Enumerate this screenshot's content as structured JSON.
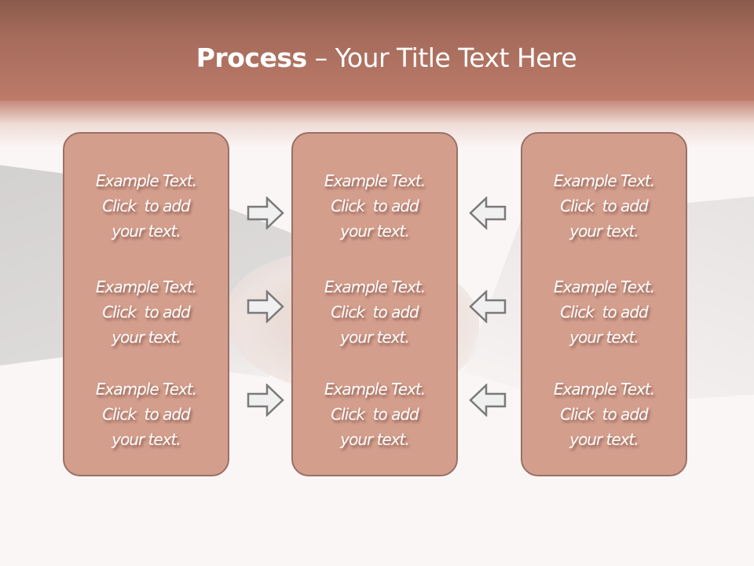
{
  "slide": {
    "title_bold": "Process",
    "title_rest": " – Your Title Text Here",
    "colors": {
      "header_top": "#8a5a4b",
      "header_bottom": "#bd7b69",
      "box_fill": "#d49e8d",
      "box_border": "#9a7066",
      "arrow_fill": "#f0f0f0",
      "arrow_stroke": "#7a7a7a"
    }
  },
  "columns": [
    {
      "items": [
        {
          "line1": "Example Text.",
          "line2": "Click  to add",
          "line3": "your text."
        },
        {
          "line1": "Example Text.",
          "line2": "Click  to add",
          "line3": "your text."
        },
        {
          "line1": "Example Text.",
          "line2": "Click  to add",
          "line3": "your text."
        }
      ]
    },
    {
      "items": [
        {
          "line1": "Example Text.",
          "line2": "Click  to add",
          "line3": "your text."
        },
        {
          "line1": "Example Text.",
          "line2": "Click  to add",
          "line3": "your text."
        },
        {
          "line1": "Example Text.",
          "line2": "Click  to add",
          "line3": "your text."
        }
      ]
    },
    {
      "items": [
        {
          "line1": "Example Text.",
          "line2": "Click  to add",
          "line3": "your text."
        },
        {
          "line1": "Example Text.",
          "line2": "Click  to add",
          "line3": "your text."
        },
        {
          "line1": "Example Text.",
          "line2": "Click  to add",
          "line3": "your text."
        }
      ]
    }
  ],
  "arrows": {
    "left_group": [
      "arrow-right-icon",
      "arrow-right-icon",
      "arrow-right-icon"
    ],
    "right_group": [
      "arrow-left-icon",
      "arrow-left-icon",
      "arrow-left-icon"
    ]
  }
}
